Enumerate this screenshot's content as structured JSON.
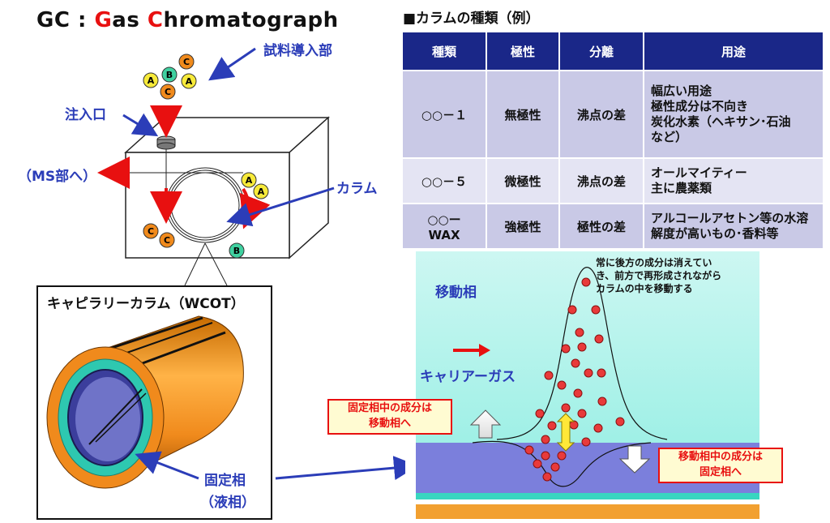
{
  "title": {
    "prefix": "GC : ",
    "g": "G",
    "mid": "as ",
    "c": "C",
    "rest": "hromatograph"
  },
  "labels": {
    "sample_inlet": "試料導入部",
    "injection_port": "注入口",
    "to_ms": "（MS部へ）",
    "column": "カラム",
    "capillary_column": "キャピラリーカラム（WCOT）",
    "stationary_phase": "固定相",
    "liquid_phase": "（液相）",
    "mobile_phase": "移動相",
    "carrier_gas": "キャリアーガス",
    "peak_note": [
      "常に後方の成分は消えてい",
      "き、前方で再形成されながら",
      "カラムの中を移動する"
    ],
    "callout_left": [
      "固定相中の成分は",
      "移動相へ"
    ],
    "callout_right": [
      "移動相中の成分は",
      "固定相へ"
    ]
  },
  "molecules": {
    "a": "A",
    "b": "B",
    "c": "C"
  },
  "table": {
    "heading": "■カラムの種類（例）",
    "headers": [
      "種類",
      "極性",
      "分離",
      "用途"
    ],
    "rows": [
      {
        "type": "○○－１",
        "polarity": "無極性",
        "separation": "沸点の差",
        "use": [
          "幅広い用途",
          "極性成分は不向き",
          "炭化水素（ヘキサン･石油",
          "など）"
        ]
      },
      {
        "type": "○○－５",
        "polarity": "微極性",
        "separation": "沸点の差",
        "use": [
          "オールマイティー",
          "主に農薬類"
        ]
      },
      {
        "type": [
          "○○ー",
          "WAX"
        ],
        "polarity": "強極性",
        "separation": "極性の差",
        "use": [
          "アルコールアセトン等の水溶",
          "解度が高いもの･香料等"
        ]
      }
    ]
  },
  "colors": {
    "accent_red": "#e81010",
    "label_blue": "#2b3db8",
    "table_header": "#1a2788",
    "molecule_a": "#f7ea3a",
    "molecule_b": "#3fd1a0",
    "molecule_c": "#f08a1c"
  }
}
